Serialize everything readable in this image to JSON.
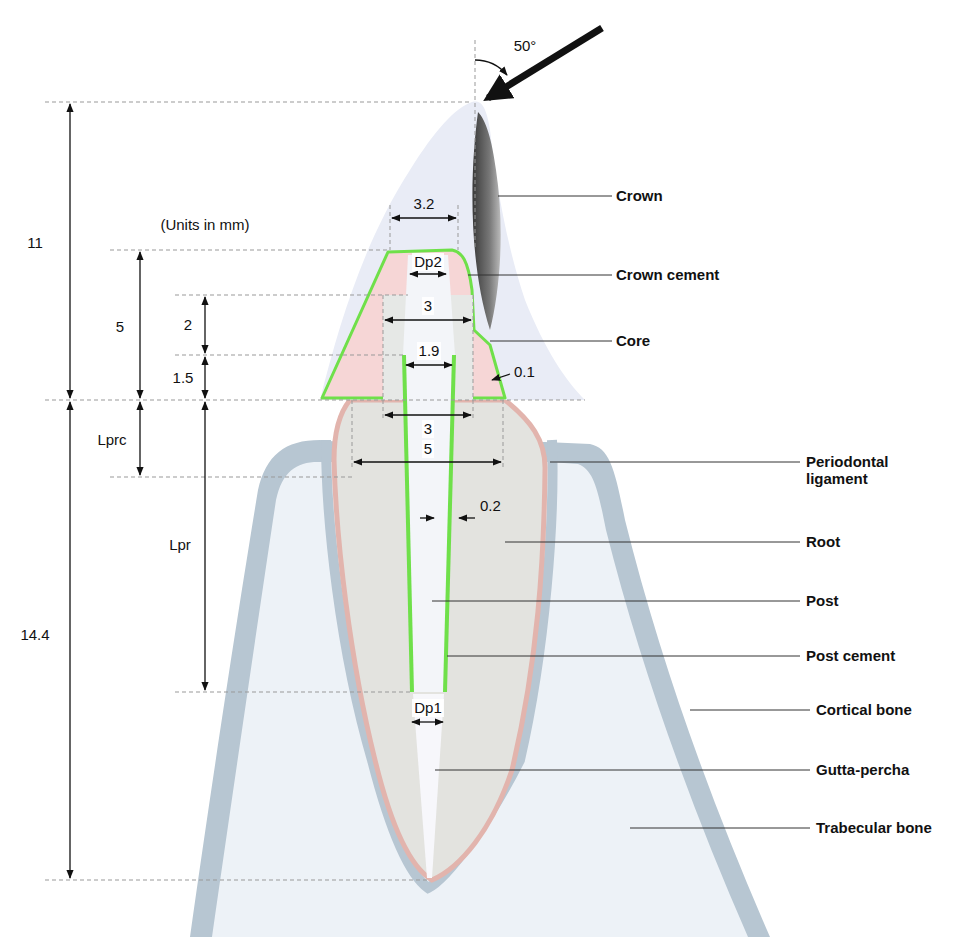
{
  "diagram": {
    "labels": [
      "50°",
      "(Units in mm)",
      "11",
      "5",
      "2",
      "1.5",
      "Lprc",
      "Lpr",
      "14.4",
      "3.2",
      "Dp2",
      "3",
      "1.9",
      "0.1",
      "3",
      "5",
      "0.2",
      "Dp1",
      "Crown",
      "Crown cement",
      "Core",
      "Periodontal ligament",
      "Root",
      "Post",
      "Post cement",
      "Cortical bone",
      "Gutta-percha",
      "Trabecular bone"
    ]
  }
}
